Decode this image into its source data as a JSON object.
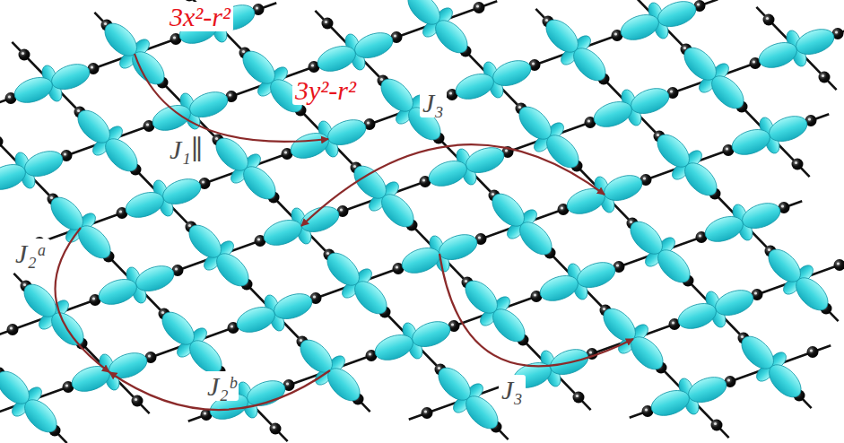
{
  "diagram": {
    "labels": [
      "3x²-r²",
      "3y²-r²",
      "J₁∥",
      "J₃",
      "J₂ᵃ",
      "J₂ᵇ",
      "J₃"
    ]
  }
}
